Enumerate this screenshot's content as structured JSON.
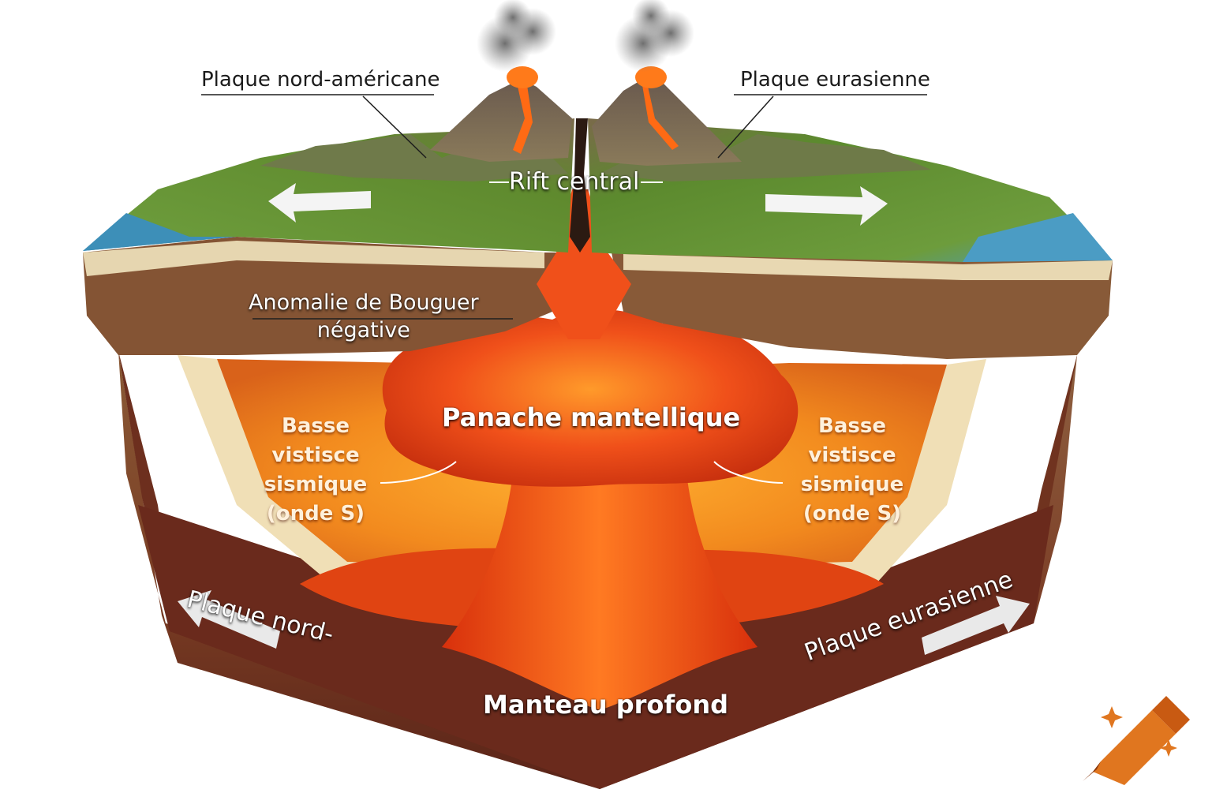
{
  "labels": {
    "top_left_plate": "Plaque nord-américane",
    "top_right_plate": "Plaque eurasienne",
    "rift": "Rift central",
    "bouguer_line1": "Anomalie de Bouguer",
    "bouguer_line2": "négative",
    "plume": "Panache mantellique",
    "low_velocity_left": [
      "Basse",
      "vistisce",
      "sismique",
      "(onde S)"
    ],
    "low_velocity_right": [
      "Basse",
      "vistisce",
      "sismique",
      "(onde S)"
    ],
    "bottom_left_plate": "Plaque nord-",
    "bottom_right_plate": "Plaque eurasienne",
    "deep_mantle": "Manteau profond"
  },
  "colors": {
    "vegetation": "#6f9a34",
    "ocean": "#3d8fb8",
    "crust_brown": "#7a4a2a",
    "mantle_orange": "#f07a1a",
    "plume_red": "#e8380e",
    "deep_mantle": "#6a2a1c",
    "arrow": "#f2f2f2",
    "logo": "#e0761f"
  },
  "icons": {
    "logo": "crayon-icon"
  }
}
